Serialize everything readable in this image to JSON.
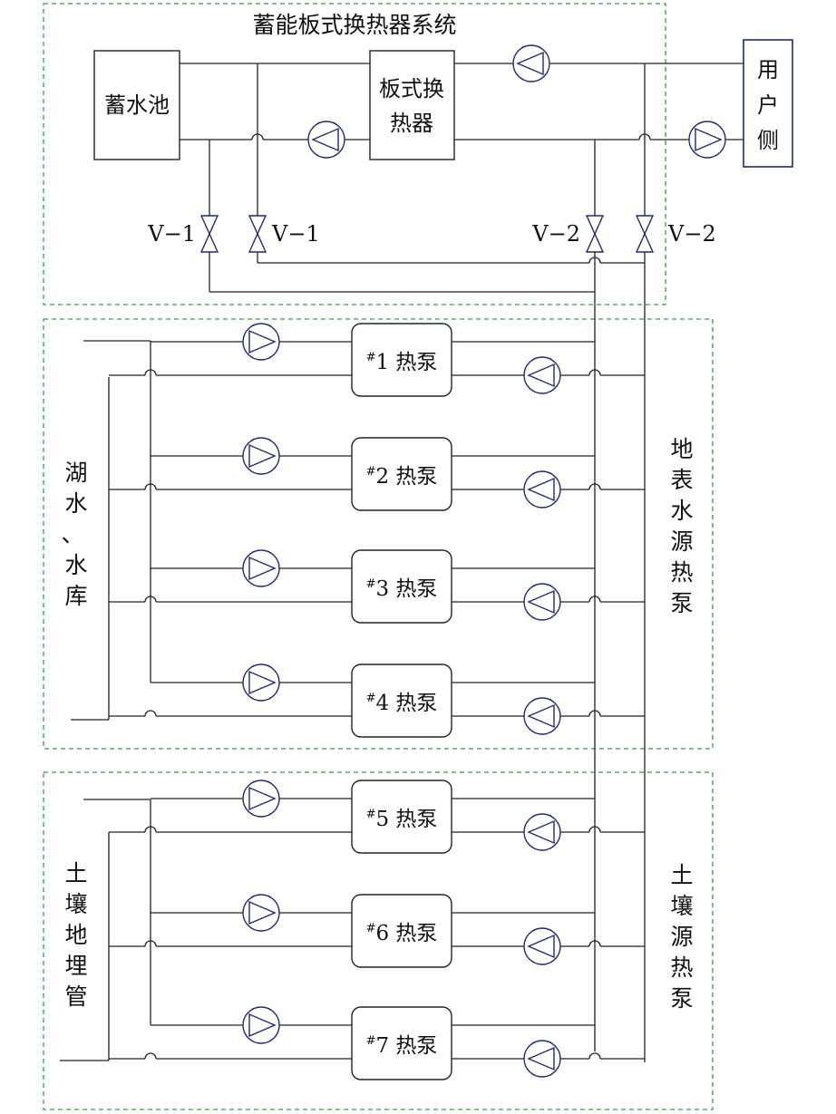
{
  "system_title": "蓄能板式换热器系统",
  "storage_tank_label": "蓄水池",
  "plate_exchanger_label": [
    "板式换",
    "热器"
  ],
  "user_side_label": [
    "用",
    "户",
    "侧"
  ],
  "valves": {
    "v1_left": "V−1",
    "v1_right": "V−1",
    "v2_left": "V−2",
    "v2_right": "V−2"
  },
  "heat_pumps": [
    {
      "num": "1",
      "name": "热泵",
      "sup": "#"
    },
    {
      "num": "2",
      "name": "热泵",
      "sup": "#"
    },
    {
      "num": "3",
      "name": "热泵",
      "sup": "#"
    },
    {
      "num": "4",
      "name": "热泵",
      "sup": "#"
    },
    {
      "num": "5",
      "name": "热泵",
      "sup": "#"
    },
    {
      "num": "6",
      "name": "热泵",
      "sup": "#"
    },
    {
      "num": "7",
      "name": "热泵",
      "sup": "#"
    }
  ],
  "lake_label": [
    "湖",
    "水",
    "、",
    "水",
    "库"
  ],
  "surface_water_label": [
    "地",
    "表",
    "水",
    "源",
    "热",
    "泵"
  ],
  "soil_pipe_label": [
    "土",
    "壤",
    "地",
    "埋",
    "管"
  ],
  "soil_source_label": [
    "土",
    "壤",
    "源",
    "热",
    "泵"
  ],
  "colors": {
    "pipe": "#222222",
    "group_frame": "#2f9e44",
    "symbols": "#1f2a7a"
  }
}
